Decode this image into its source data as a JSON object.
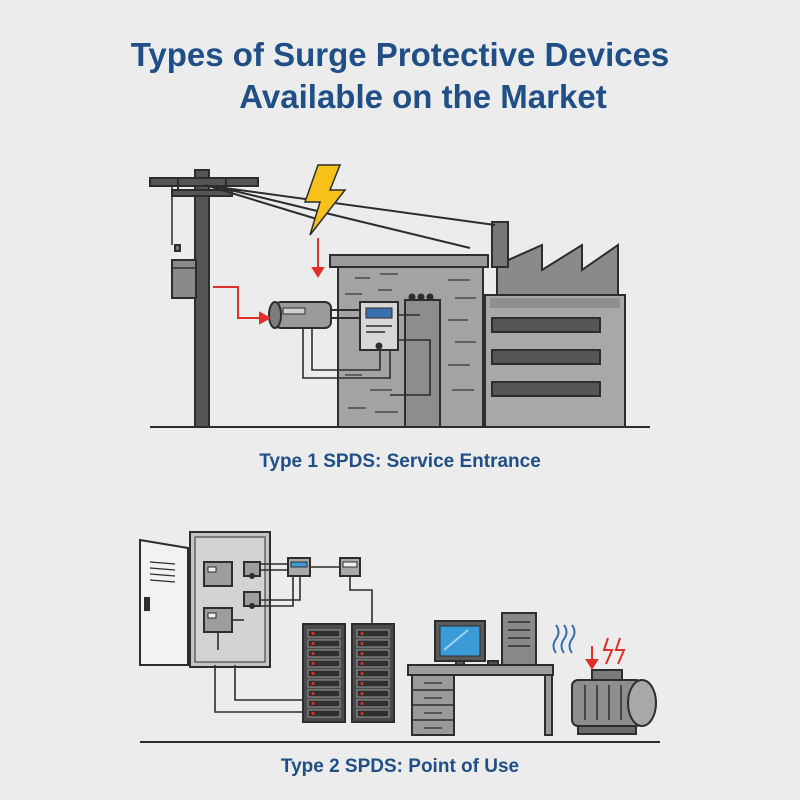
{
  "title": {
    "line1": "Types of Surge Protective Devices",
    "line2": "Available on the Market"
  },
  "sections": [
    {
      "caption": "Type 1 SPDS: Service Entrance",
      "icons": [
        "utility-pole-icon",
        "lightning-bolt-icon",
        "transformer-icon",
        "spd-device-icon",
        "building-icon",
        "factory-icon"
      ]
    },
    {
      "caption": "Type 2 SPDS: Point of Use",
      "icons": [
        "electrical-panel-icon",
        "server-rack-icon",
        "computer-monitor-icon",
        "desk-icon",
        "heat-waves-icon",
        "motor-icon"
      ]
    }
  ],
  "colors": {
    "title": "#1f4f86",
    "surge_arrow": "#e0302b",
    "lightning": "#f6c21a",
    "outline": "#2d2d2d",
    "monitor_screen": "#3a9bd8"
  }
}
